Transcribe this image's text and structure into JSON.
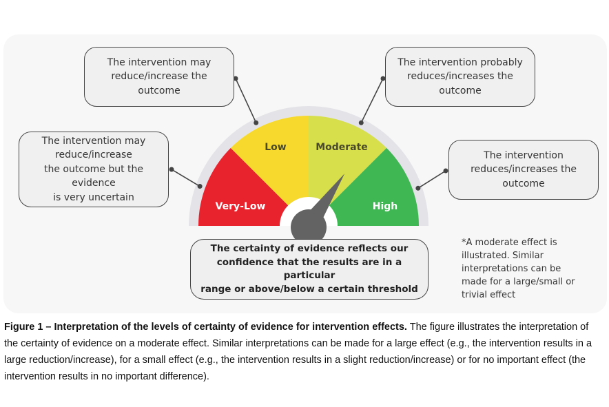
{
  "gauge": {
    "segments": [
      {
        "label": "Very-Low",
        "color": "#e8232e",
        "text_color": "#ffffff"
      },
      {
        "label": "Low",
        "color": "#f7d92e",
        "text_color": "#4a4a2a"
      },
      {
        "label": "Moderate",
        "color": "#d7e04a",
        "text_color": "#4a4a2a"
      },
      {
        "label": "High",
        "color": "#3fb752",
        "text_color": "#ffffff"
      }
    ],
    "needle_level": "Moderate",
    "needle_color": "#636363",
    "rim_color": "#e4e4e8"
  },
  "callouts": {
    "very_low": "The intervention may\nreduce/increase\nthe outcome but the\nevidence\nis very uncertain",
    "low": "The intervention may\nreduce/increase the\noutcome",
    "moderate": "The intervention probably\nreduces/increases the\noutcome",
    "high": "The intervention\nreduces/increases the\noutcome"
  },
  "center_box": "The certainty of evidence reflects our\nconfidence that the results are in a particular\nrange or above/below a certain threshold",
  "note": "*A moderate effect is\nillustrated. Similar\ninterpretations can be\nmade for a large/small or\ntrivial effect",
  "caption": {
    "bold": "Figure 1 – Interpretation of the levels of certainty of evidence for intervention effects.",
    "text": " The figure illustrates the interpretation of the certainty of evidence on a moderate effect. Similar interpretations can be made for a large effect (e.g., the intervention results in a large reduction/increase), for a small effect (e.g., the intervention results in a slight reduction/increase) or for no important effect (the intervention results in no important difference)."
  }
}
